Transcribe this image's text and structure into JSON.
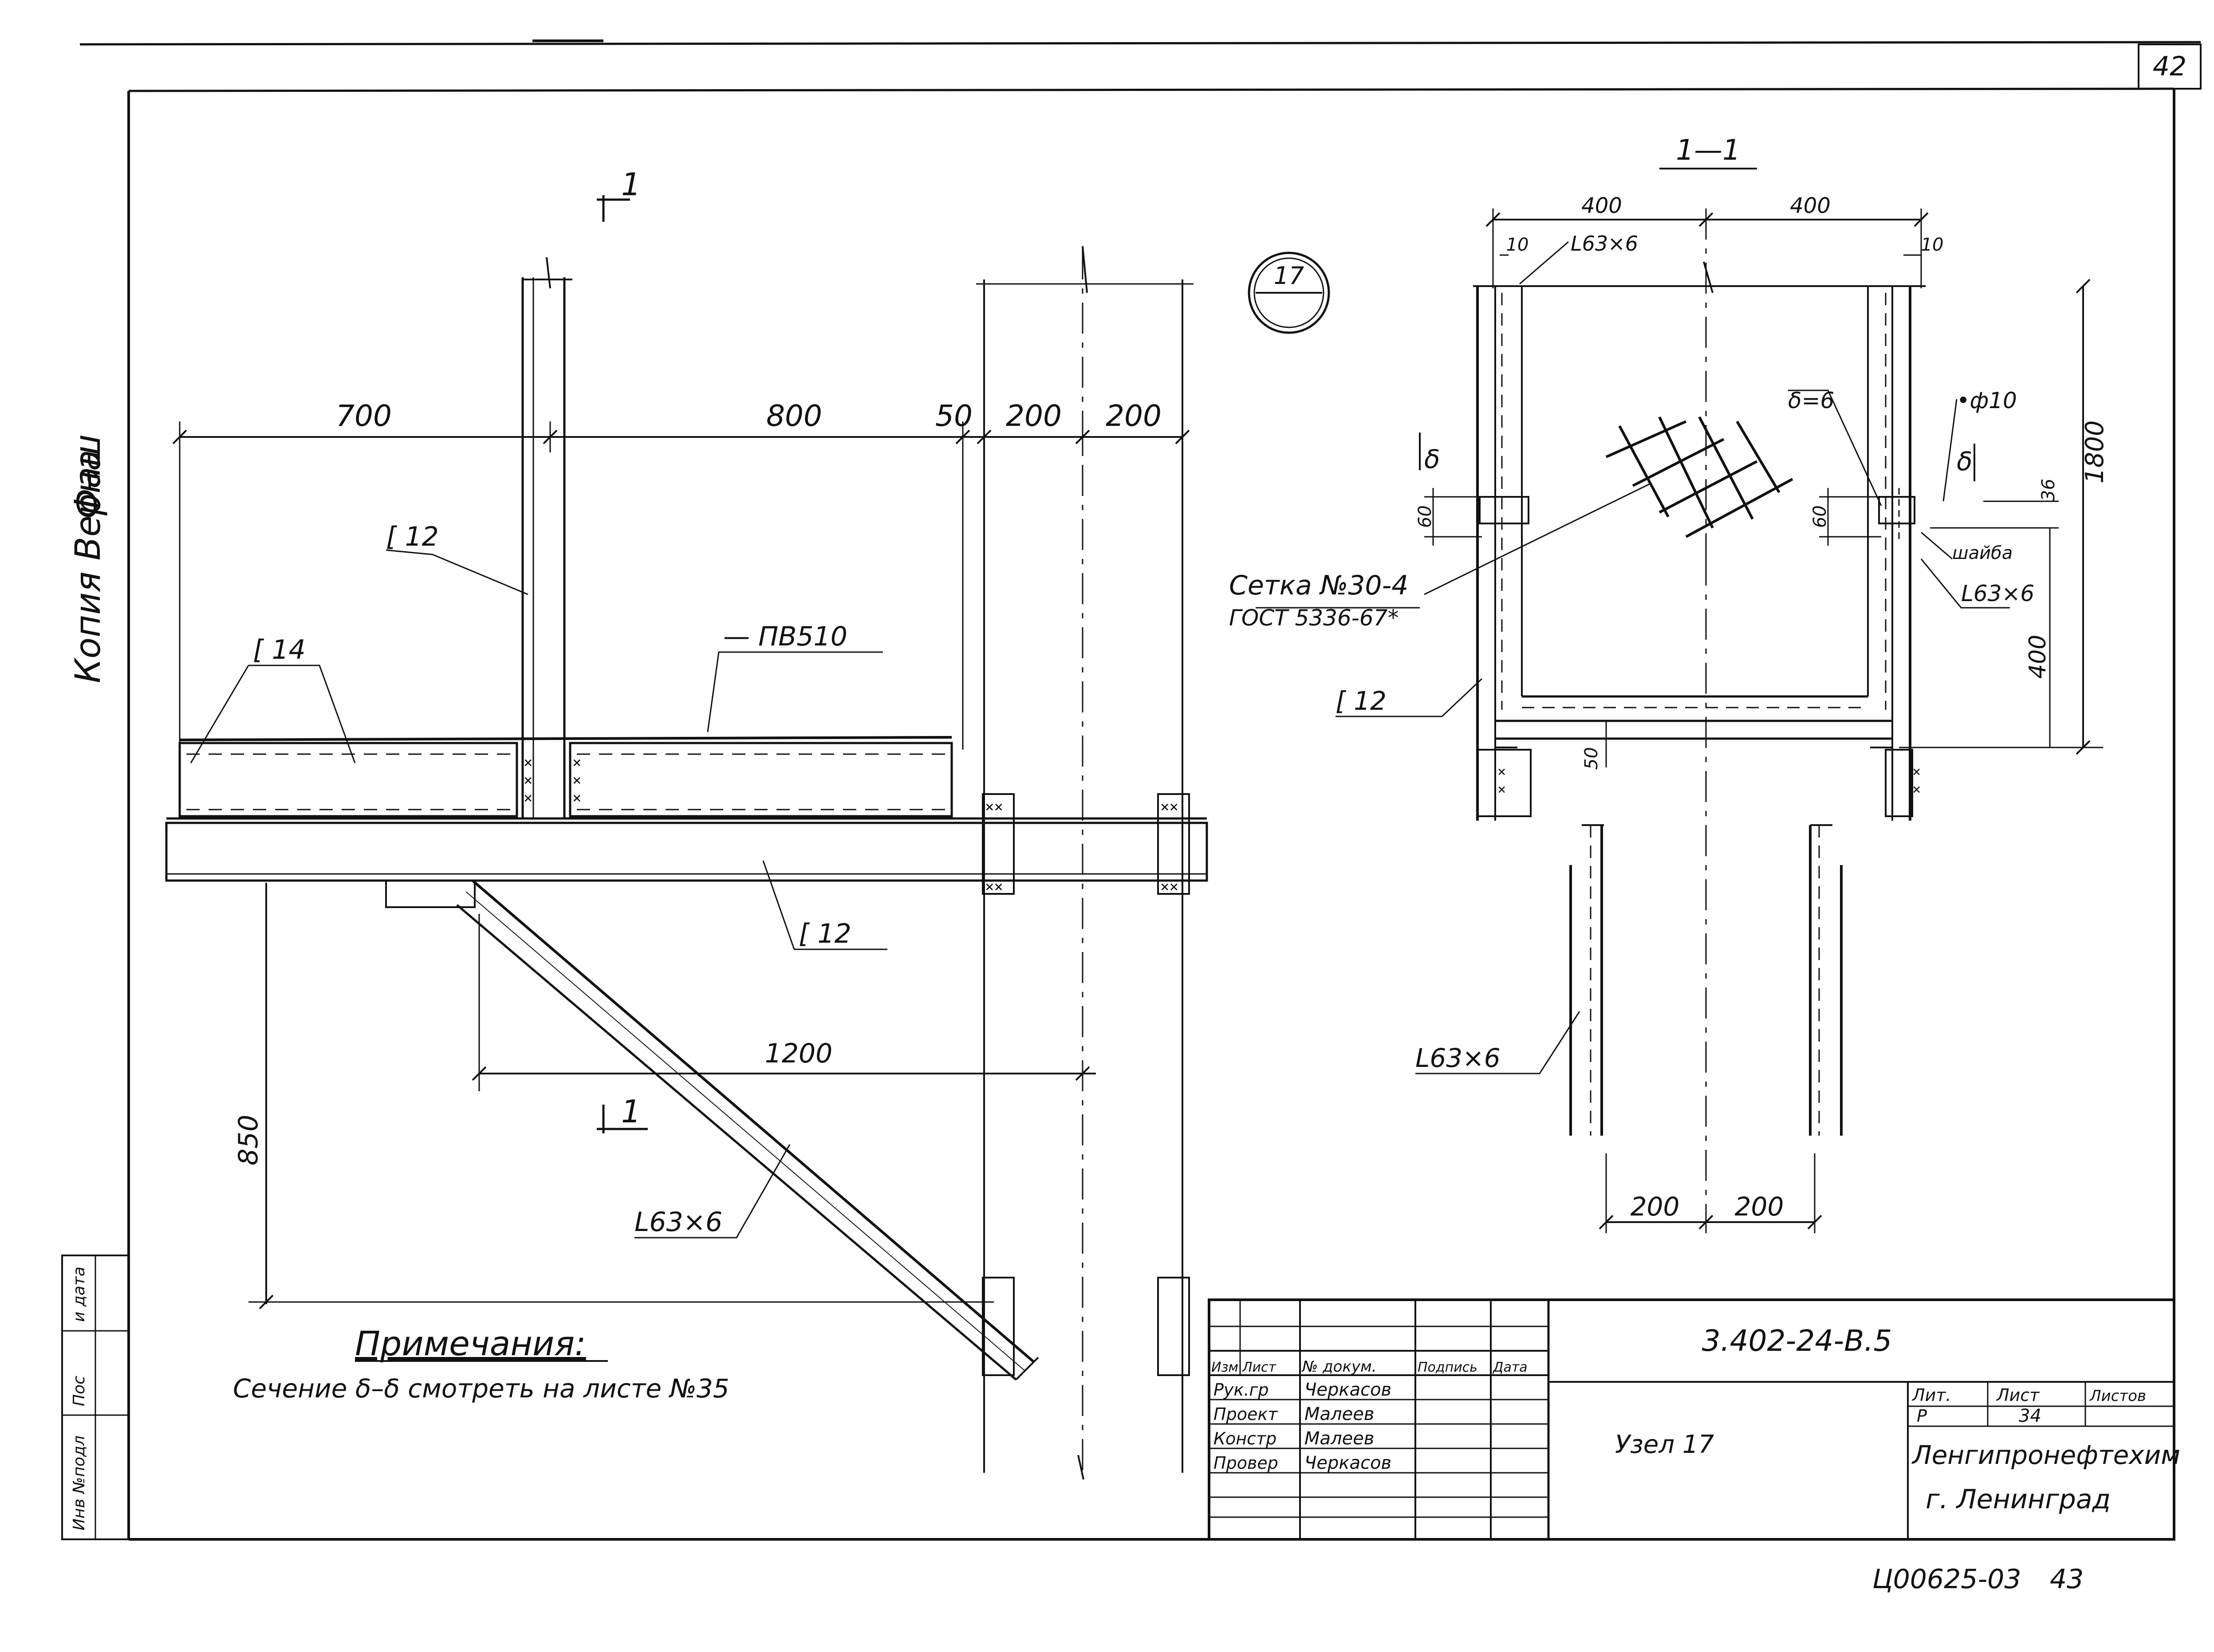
{
  "sheet": {
    "page_number": "42",
    "certification": "Копия Верна",
    "signature": "Фаш"
  },
  "elevation": {
    "section_mark": "1",
    "dims": {
      "d700": "700",
      "d800": "800",
      "d50": "50",
      "d200a": "200",
      "d200b": "200",
      "d1200": "1200",
      "d850": "850"
    },
    "labels": {
      "c12_top": "[ 12",
      "c14": "[ 14",
      "plate": "— ПВ510",
      "c12_beam": "[ 12",
      "l63_brace": "L63×6"
    }
  },
  "node_number": "17",
  "section": {
    "title": "1—1",
    "dims": {
      "d400a": "400",
      "d400b": "400",
      "d10a": "10",
      "d10b": "10",
      "d60a": "60",
      "d60b": "60",
      "d36": "36",
      "d1800": "1800",
      "d400v": "400",
      "d50": "50",
      "d200a": "200",
      "d200b": "200"
    },
    "labels": {
      "l63_top": "L63×6",
      "delta6": "δ=6",
      "phi10": "•ф10",
      "delta_a": "δ",
      "delta_b": "δ",
      "washer": "шайба",
      "l63_right": "L63×6",
      "mesh1": "Сетка №30-4",
      "mesh2": "ГОСТ 5336-67*",
      "c12": "[ 12",
      "l63_bottom": "L63×6"
    }
  },
  "notes": {
    "title": "Примечания:",
    "text": "Сечение δ–δ смотреть на листе №35"
  },
  "stamp_left": {
    "c1": "Инв №подл",
    "c2": "Пос",
    "c3": "и дата"
  },
  "title_block": {
    "code": "3.402-24-В.5",
    "headers": [
      "Изм",
      "Лист",
      "№ докум.",
      "Подпись",
      "Дата"
    ],
    "rows": [
      {
        "role": "Рук.гр",
        "name": "Черкасов"
      },
      {
        "role": "Проект",
        "name": "Малеев"
      },
      {
        "role": "Констр",
        "name": "Малеев"
      },
      {
        "role": "Провер",
        "name": "Черкасов"
      }
    ],
    "object": "Узел 17",
    "lit_label": "Лит.",
    "sheet_label": "Лист",
    "sheets_label": "Листов",
    "lit_value": "Р",
    "sheet_value": "34",
    "org": "Ленгипронефтехим",
    "city": "г. Ленинград"
  },
  "footer": {
    "archive": "Ц00625-03",
    "number": "43"
  }
}
